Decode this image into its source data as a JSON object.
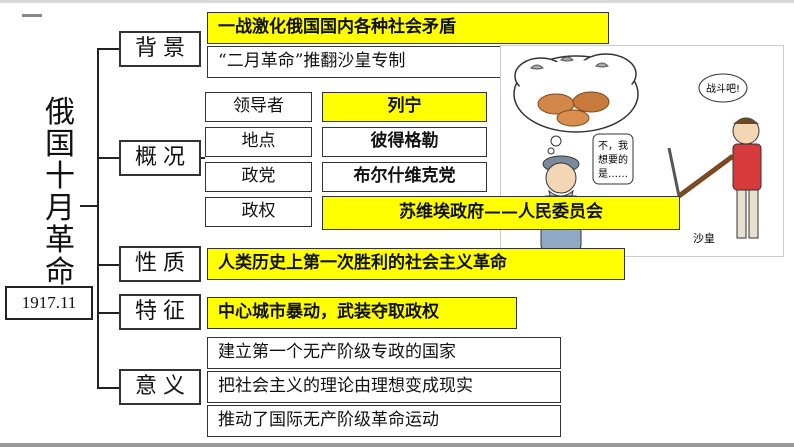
{
  "topic": {
    "title_chars": [
      "俄",
      "国",
      "十",
      "月",
      "革",
      "命"
    ],
    "date": "1917.11"
  },
  "background": {
    "label": "背景",
    "items": [
      "一战激化俄国国内各种社会矛盾",
      "“二月革命”推翻沙皇专制"
    ]
  },
  "overview": {
    "label": "概况",
    "rows": [
      {
        "key": "领导者",
        "value": "列宁"
      },
      {
        "key": "地点",
        "value": "彼得格勒"
      },
      {
        "key": "政党",
        "value": "布尔什维克党"
      },
      {
        "key": "政权",
        "value": "苏维埃政府——人民委员会"
      }
    ]
  },
  "nature": {
    "label": "性质",
    "text": "人类历史上第一次胜利的社会主义革命"
  },
  "feature": {
    "label": "特征",
    "text": "中心城市暴动，武装夺取政权"
  },
  "significance": {
    "label": "意义",
    "items": [
      "建立第一个无产阶级专政的国家",
      "把社会主义的理论由理想变成现实",
      "推动了国际无产阶级革命运动"
    ]
  },
  "cartoon": {
    "worker_speech": [
      "不，我",
      "想要的",
      "是……"
    ],
    "tsar_speech": "战斗吧!",
    "tsar_label": "沙皇"
  },
  "colors": {
    "highlight": "#ffff00",
    "border": "#333333"
  }
}
